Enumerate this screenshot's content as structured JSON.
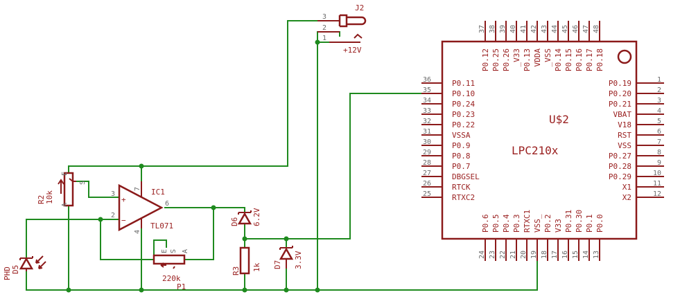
{
  "mcu": {
    "name": "U$2",
    "value": "LPC210x",
    "left_pins": [
      {
        "num": "36",
        "label": "P0.11"
      },
      {
        "num": "35",
        "label": "P0.10"
      },
      {
        "num": "34",
        "label": "P0.24"
      },
      {
        "num": "33",
        "label": "P0.23"
      },
      {
        "num": "32",
        "label": "P0.22"
      },
      {
        "num": "31",
        "label": "VSSA"
      },
      {
        "num": "30",
        "label": "P0.9"
      },
      {
        "num": "29",
        "label": "P0.8"
      },
      {
        "num": "28",
        "label": "P0.7"
      },
      {
        "num": "27",
        "label": "DBGSEL"
      },
      {
        "num": "26",
        "label": "RTCK"
      },
      {
        "num": "25",
        "label": "RTXC2"
      }
    ],
    "right_pins": [
      {
        "num": "1",
        "label": "P0.19"
      },
      {
        "num": "2",
        "label": "P0.20"
      },
      {
        "num": "3",
        "label": "P0.21"
      },
      {
        "num": "4",
        "label": "VBAT"
      },
      {
        "num": "5",
        "label": "V18"
      },
      {
        "num": "6",
        "label": "RST"
      },
      {
        "num": "7",
        "label": "VSS"
      },
      {
        "num": "8",
        "label": "P0.27"
      },
      {
        "num": "9",
        "label": "P0.28"
      },
      {
        "num": "10",
        "label": "P0.29"
      },
      {
        "num": "11",
        "label": "X1"
      },
      {
        "num": "12",
        "label": "X2"
      }
    ],
    "top_pins": [
      {
        "num": "37",
        "label": "P0.12"
      },
      {
        "num": "38",
        "label": "P0.25"
      },
      {
        "num": "39",
        "label": "P0.26"
      },
      {
        "num": "40",
        "label": "_V33"
      },
      {
        "num": "41",
        "label": "P0.13"
      },
      {
        "num": "42",
        "label": "VDDA"
      },
      {
        "num": "43",
        "label": "_VSS"
      },
      {
        "num": "44",
        "label": "P0.14"
      },
      {
        "num": "45",
        "label": "P0.15"
      },
      {
        "num": "46",
        "label": "P0.16"
      },
      {
        "num": "47",
        "label": "P0.17"
      },
      {
        "num": "48",
        "label": "P0.18"
      }
    ],
    "bottom_pins": [
      {
        "num": "24",
        "label": "P0.6"
      },
      {
        "num": "23",
        "label": "P0.5"
      },
      {
        "num": "22",
        "label": "P0.4"
      },
      {
        "num": "21",
        "label": "P0.3"
      },
      {
        "num": "20",
        "label": "RTXC1"
      },
      {
        "num": "19",
        "label": "VSS_"
      },
      {
        "num": "18",
        "label": "P0.2"
      },
      {
        "num": "17",
        "label": "V33"
      },
      {
        "num": "16",
        "label": "P0.31"
      },
      {
        "num": "15",
        "label": "P0.30"
      },
      {
        "num": "14",
        "label": "P0.1"
      },
      {
        "num": "13",
        "label": "P0.0"
      }
    ]
  },
  "opamp": {
    "name": "IC1",
    "value": "TL071",
    "pins": {
      "noninv": "3",
      "inv": "2",
      "out": "6",
      "v_pos": "7",
      "v_neg": "4"
    },
    "plus": "+",
    "minus": "−"
  },
  "connector": {
    "name": "J2",
    "pins": [
      "3",
      "2",
      "1"
    ],
    "supply": "+12V"
  },
  "r2": {
    "name": "R2",
    "value": "10k",
    "pins": {
      "e": "E",
      "s": "S",
      "a": "A"
    }
  },
  "p1": {
    "name": "P1",
    "value": "220k",
    "pins": {
      "s": "S",
      "e": "E",
      "a": "A"
    }
  },
  "r3": {
    "name": "R3",
    "value": "1k"
  },
  "d5": {
    "name": "D5",
    "value": "PHD"
  },
  "d6": {
    "name": "D6",
    "value": "6.2V"
  },
  "d7": {
    "name": "D7",
    "value": "3.3V"
  }
}
